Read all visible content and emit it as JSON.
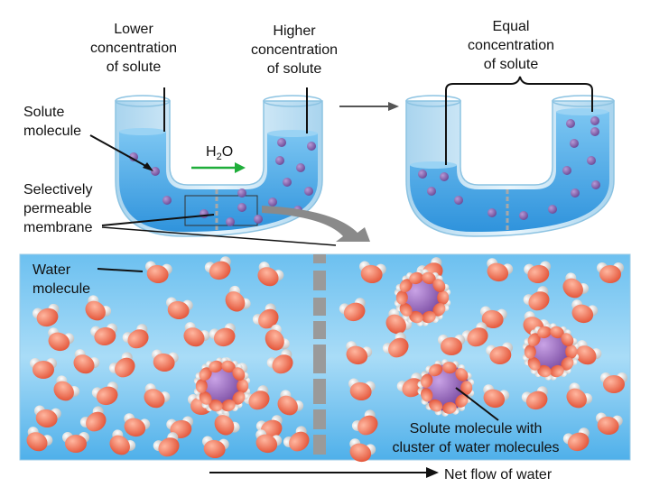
{
  "labels": {
    "lower": [
      "Lower",
      "concentration",
      "of solute"
    ],
    "higher": [
      "Higher",
      "concentration",
      "of solute"
    ],
    "equal": [
      "Equal",
      "concentration",
      "of solute"
    ],
    "solute_molecule": [
      "Solute",
      "molecule"
    ],
    "water_label": "H",
    "water_sub": "2",
    "water_tail": "O",
    "membrane": [
      "Selectively",
      "permeable",
      "membrane"
    ],
    "water_molecule": [
      "Water",
      "molecule"
    ],
    "cluster": [
      "Solute molecule with",
      "cluster of water molecules"
    ],
    "net_flow": "Net flow of water"
  },
  "colors": {
    "water_fill": "#5bb5ec",
    "water_deep": "#2f8fd6",
    "glass": "#cfe7f5",
    "solute": "#8c5bb3",
    "oxygen": "#f07a5e",
    "hydrogen": "#f2f2f2",
    "membrane": "#9a9a9a",
    "arrow_green": "#1fae3a"
  }
}
